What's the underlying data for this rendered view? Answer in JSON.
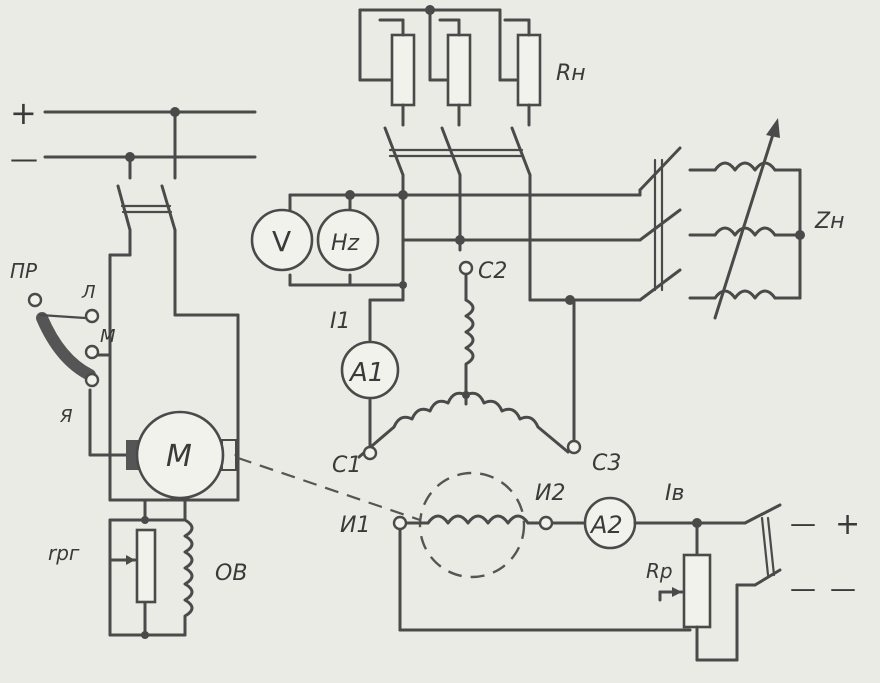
{
  "labels": {
    "supply_plus": "+",
    "supply_minus": "—",
    "switch_pr": "ПР",
    "pos_l": "Л",
    "pos_m": "М",
    "pos_ya": "Я",
    "motor": "М",
    "field_winding": "ОВ",
    "rheostat_rrg": "rрг",
    "voltmeter": "V",
    "frequency_meter": "Hz",
    "load_rn": "Rн",
    "load_zn": "Zн",
    "current_i1": "I1",
    "ammeter_a1": "A1",
    "ammeter_a2": "A2",
    "terminal_c1": "C1",
    "terminal_c2": "C2",
    "terminal_c3": "C3",
    "terminal_i1": "И1",
    "terminal_i2": "И2",
    "current_iv": "Iв",
    "rheostat_rp": "Rр",
    "excitation_plus": "+",
    "excitation_minus": "—"
  }
}
